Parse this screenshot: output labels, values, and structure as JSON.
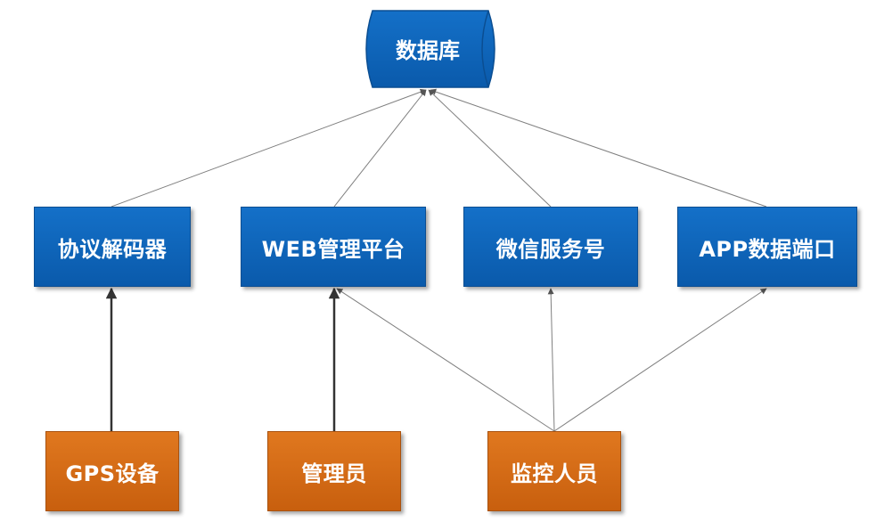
{
  "database": {
    "label": "数据库"
  },
  "services": {
    "decoder": "协议解码器",
    "web_platform": "WEB管理平台",
    "wechat": "微信服务号",
    "app_port": "APP数据端口"
  },
  "actors": {
    "gps": "GPS设备",
    "admin": "管理员",
    "monitor": "监控人员"
  },
  "colors": {
    "service_fill": "#0a5aab",
    "actor_fill": "#c85f0e",
    "connector": "#7f7f7f",
    "strong_connector": "#333333"
  }
}
